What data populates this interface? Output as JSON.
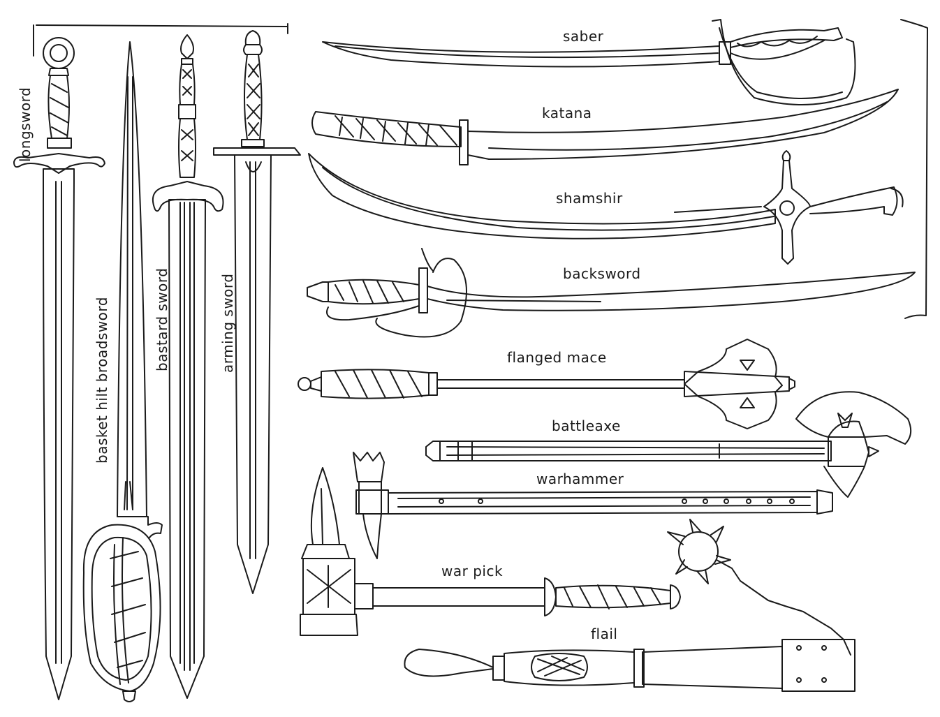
{
  "labels": {
    "longsword": "longsword",
    "basket_hilt_broadsword": "basket hilt broadsword",
    "bastard_sword": "bastard sword",
    "arming_sword": "arming sword",
    "saber": "saber",
    "katana": "katana",
    "shamshir": "shamshir",
    "backsword": "backsword",
    "flanged_mace": "flanged mace",
    "battleaxe": "battleaxe",
    "warhammer": "warhammer",
    "war_pick": "war pick",
    "flail": "flail"
  },
  "colors": {
    "ink": "#1a1a1a",
    "paper": "#ffffff"
  }
}
